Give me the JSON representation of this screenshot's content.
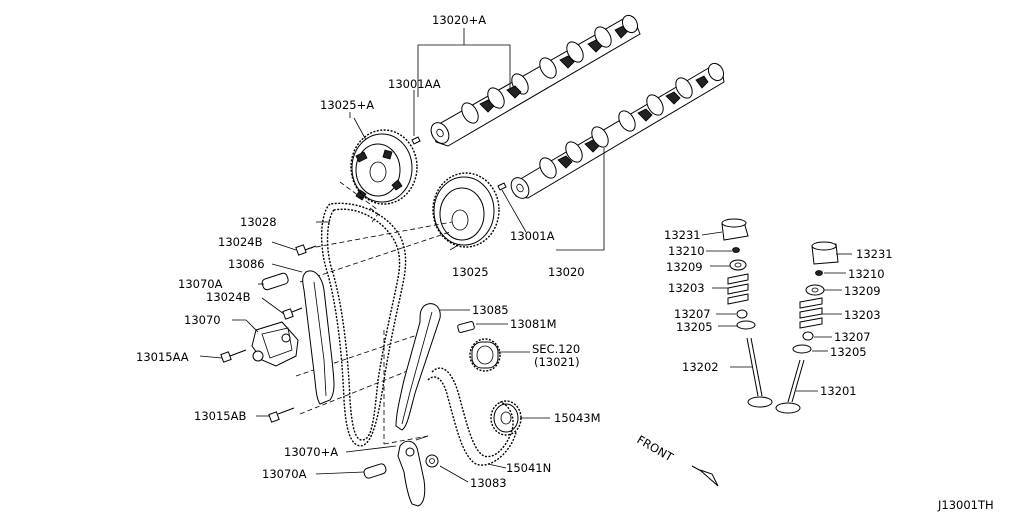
{
  "diagram_id": "J13001TH",
  "front_label": "FRONT",
  "labels": {
    "camshaft_set": "13020+A",
    "bolt_13001AA": "13001AA",
    "sprocket_13025A": "13025+A",
    "chain_13028": "13028",
    "bolt_13024B_1": "13024B",
    "guide_13086": "13086",
    "plug_13070A_1": "13070A",
    "bolt_13024B_2": "13024B",
    "tensioner_13070": "13070",
    "bolt_13015AA": "13015AA",
    "bolt_13015AB": "13015AB",
    "tensioner_13070A_plus": "13070+A",
    "plug_13070A_2": "13070A",
    "sprocket_13025": "13025",
    "dowel_13001A": "13001A",
    "camshaft_13020": "13020",
    "guide_13085": "13085",
    "pin_13081M": "13081M",
    "sec_120": "SEC.120",
    "sec_120_ref": "(13021)",
    "sprocket_15043M": "15043M",
    "chain_15041N": "15041N",
    "bolt_13083": "13083",
    "lifter_13231_l": "13231",
    "shim_13210_l": "13210",
    "seat_13209_l": "13209",
    "spring_13203_l": "13203",
    "collet_13207_l": "13207",
    "seal_13205_l": "13205",
    "valve_13202": "13202",
    "lifter_13231_r": "13231",
    "shim_13210_r": "13210",
    "seat_13209_r": "13209",
    "spring_13203_r": "13203",
    "collet_13207_r": "13207",
    "seal_13205_r": "13205",
    "valve_13201": "13201"
  }
}
